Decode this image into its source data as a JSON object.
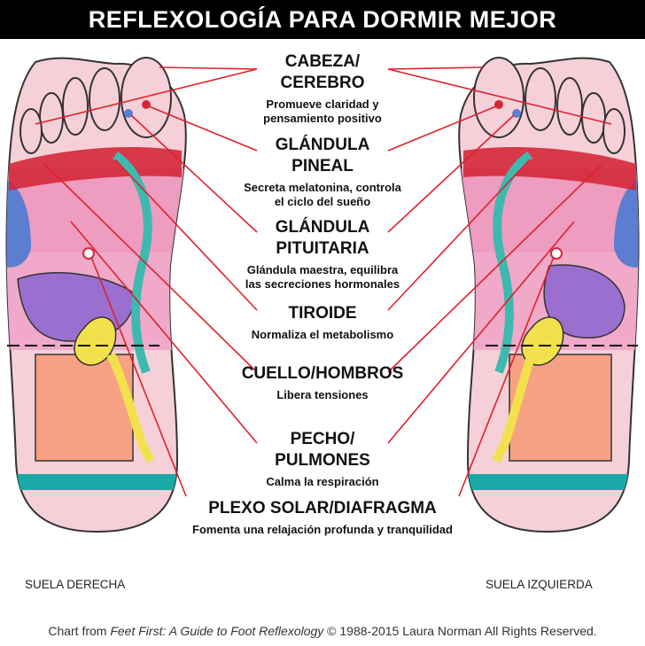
{
  "title": "REFLEXOLOGÍA PARA DORMIR MEJOR",
  "zones": [
    {
      "name": "CABEZA/\nCEREBRO",
      "desc": "Promueve claridad y\npensamiento positivo"
    },
    {
      "name": "GLÁNDULA\nPINEAL",
      "desc": "Secreta melatonina, controla\nel ciclo del sueño"
    },
    {
      "name": "GLÁNDULA\nPITUITARIA",
      "desc": "Glándula maestra, equilibra\nlas secreciones hormonales"
    },
    {
      "name": "TIROIDE",
      "desc": "Normaliza el metabolismo"
    },
    {
      "name": "CUELLO/HOMBROS",
      "desc": "Libera tensiones"
    },
    {
      "name": "PECHO/\nPULMONES",
      "desc": "Calma la respiración"
    },
    {
      "name": "PLEXO SOLAR/DIAFRAGMA",
      "desc": "Fomenta una relajación profunda y tranquilidad"
    }
  ],
  "soles": {
    "right": "SUELA DERECHA",
    "left": "SUELA IZQUIERDA"
  },
  "credit": {
    "prefix": "Chart from ",
    "book": "Feet First: A Guide to Foot Reflexology",
    "suffix": " © 1988-2015 Laura Norman All Rights Reserved."
  },
  "colors": {
    "connector": "#e0202c",
    "skin": "#f6d0d8",
    "lungs_band": "#ee9cc0",
    "pink_zone": "#f0a9c9",
    "shoulder": "#5b7ed0",
    "neck_band": "#d42838",
    "teal": "#3fb9b0",
    "purple": "#9b6fd0",
    "yellow": "#f2e14c",
    "orange": "#f6a183",
    "heel_band": "#1aa9a6"
  }
}
